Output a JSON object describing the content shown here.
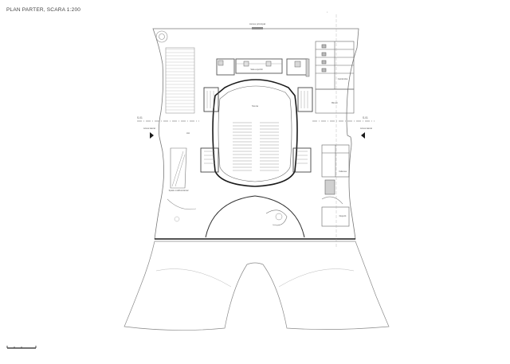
{
  "sheet": {
    "title": "PLAN PARTER, SCARA 1:200"
  },
  "plan": {
    "section_marker_left": "S-01",
    "section_marker_right": "S-01",
    "room_labels": {
      "top_entrance": "Acces principal",
      "hall_left": "Hol",
      "upper_left_room": "Sala expozitii",
      "upper_right_room": "Garderoba",
      "left_area": "Spatiu multifunctional",
      "right_upper": "Birouri",
      "right_lower": "Cafenea",
      "right_bottom": "Depozit",
      "stage_label": "Scena",
      "side_left": "Acces lateral",
      "side_right": "Acces lateral"
    },
    "scale_bar": {
      "label": ""
    }
  },
  "colors": {
    "line": "#6b6b6b",
    "line_light": "#a8a8a8",
    "paving": "#cfcfcf",
    "accent": "#1a1a1a"
  }
}
